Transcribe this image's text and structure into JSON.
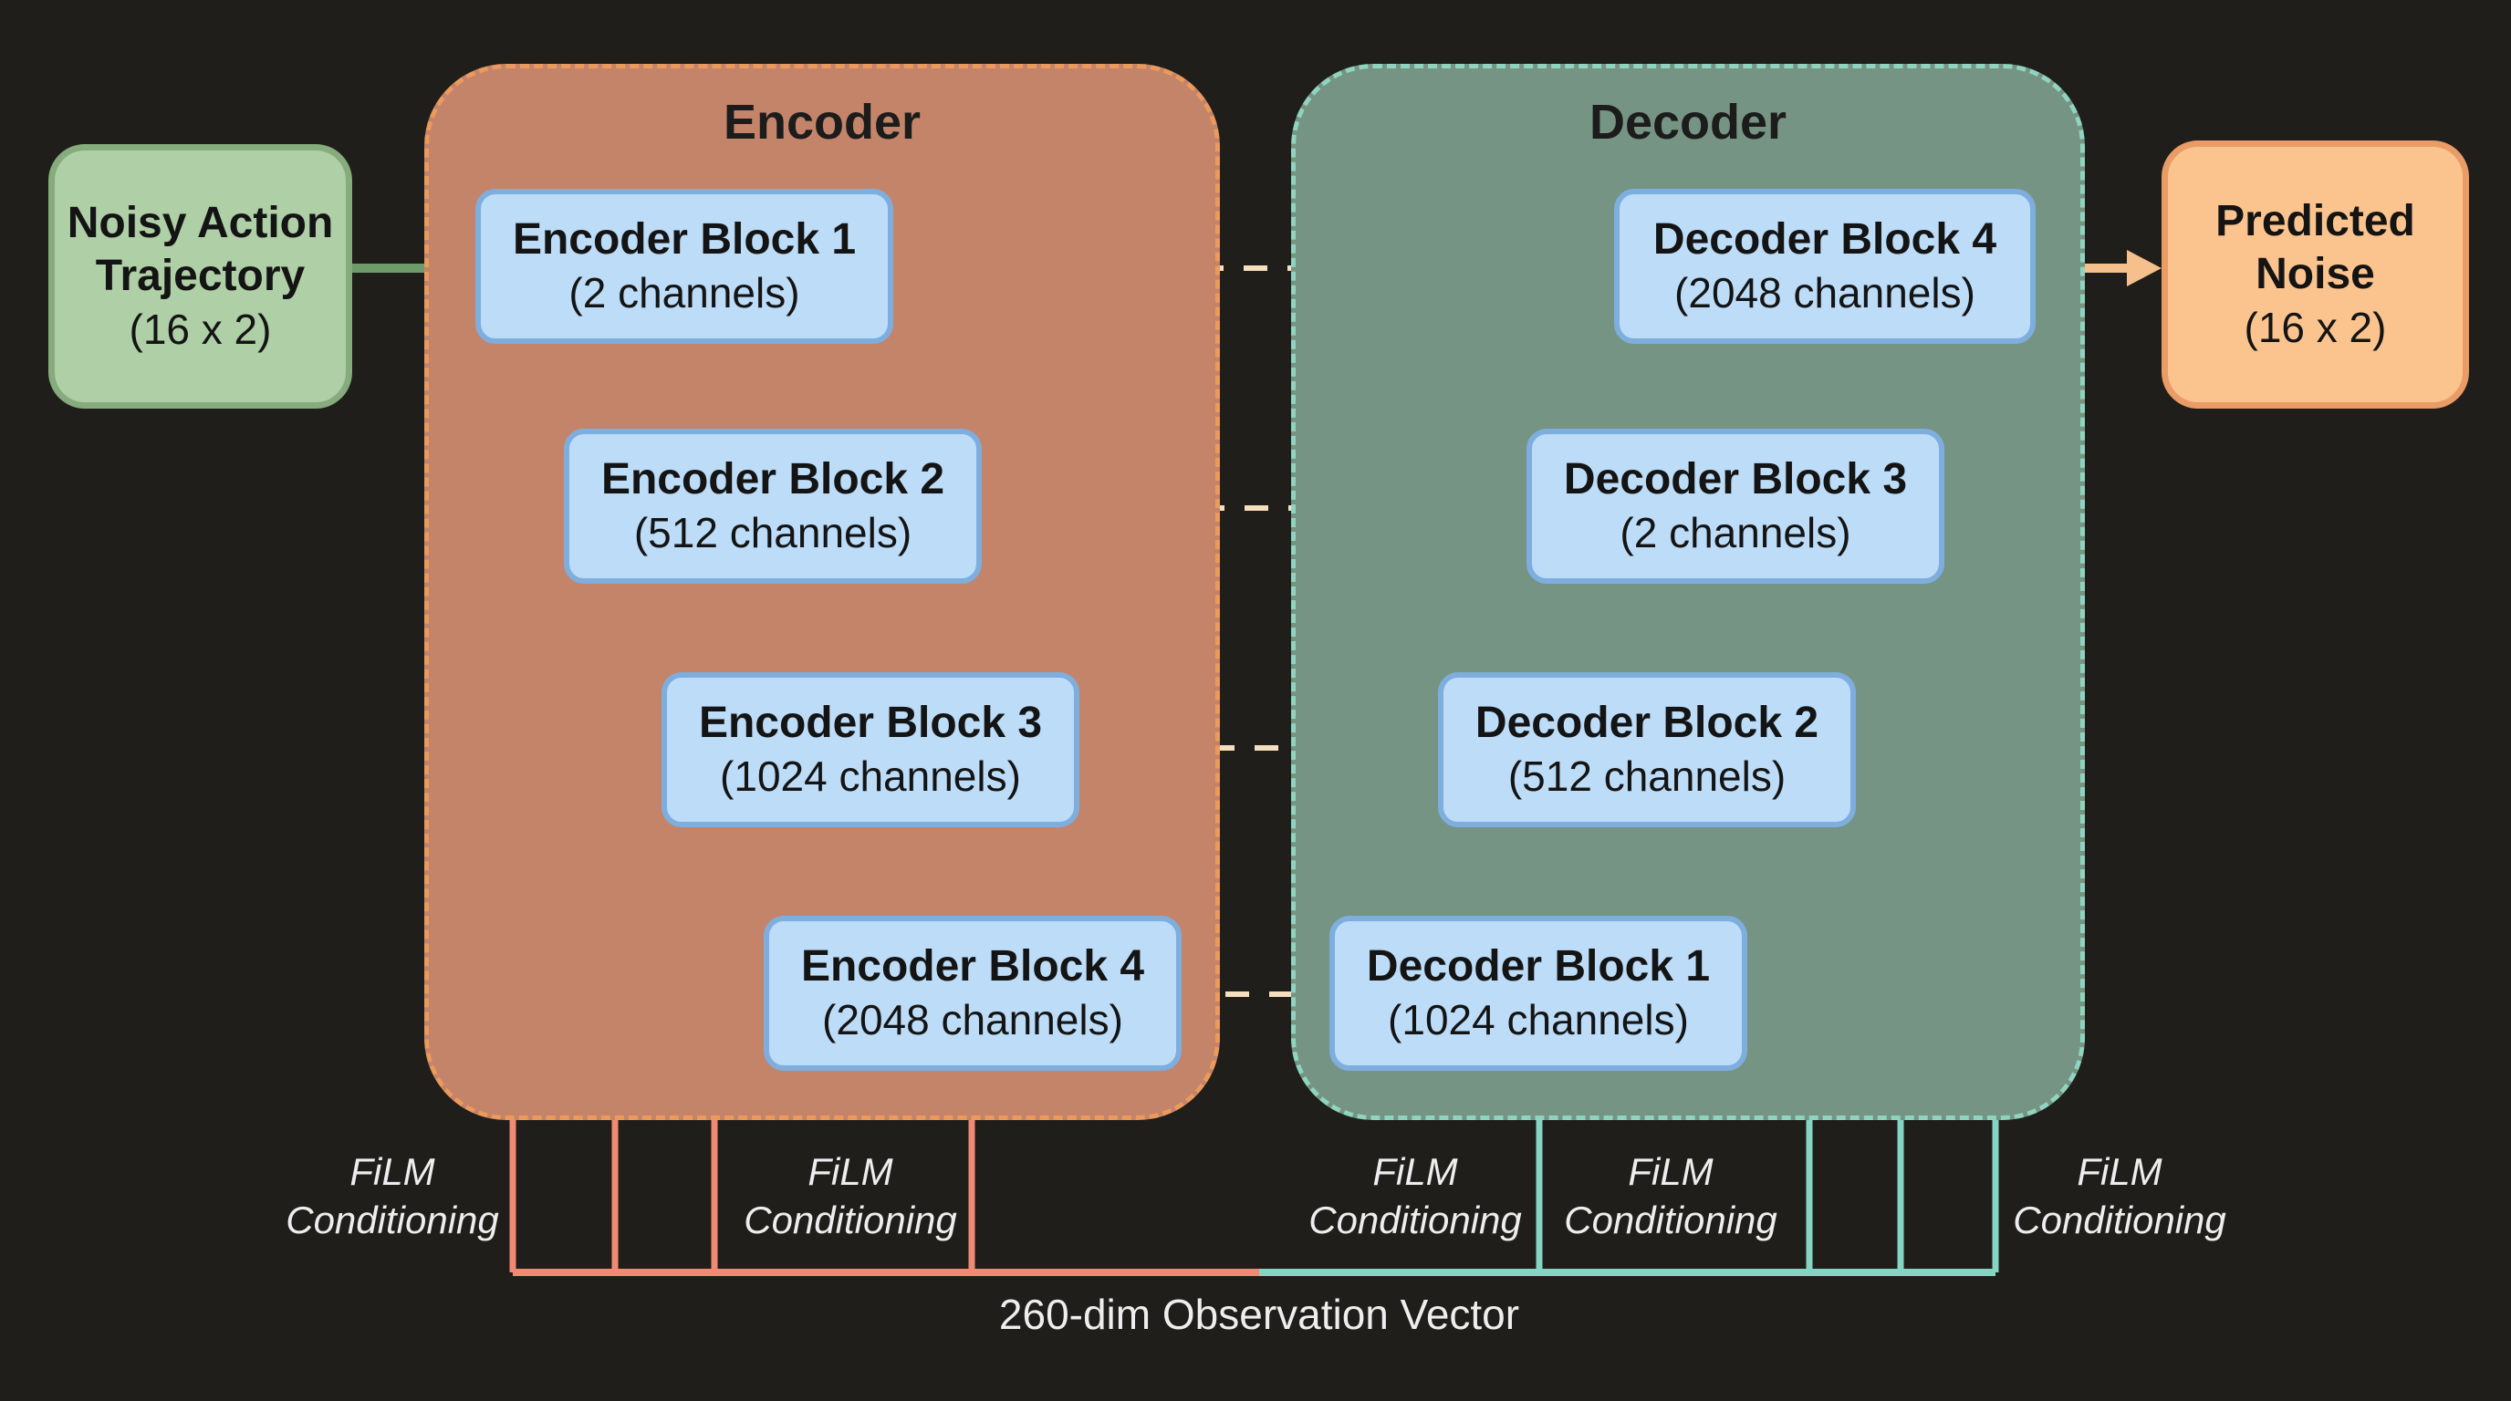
{
  "encoder": {
    "title": "Encoder",
    "blocks": [
      {
        "title": "Encoder Block 1",
        "sub": "(2 channels)"
      },
      {
        "title": "Encoder Block 2",
        "sub": "(512 channels)"
      },
      {
        "title": "Encoder Block 3",
        "sub": "(1024 channels)"
      },
      {
        "title": "Encoder Block 4",
        "sub": "(2048 channels)"
      }
    ]
  },
  "decoder": {
    "title": "Decoder",
    "blocks": [
      {
        "title": "Decoder Block 1",
        "sub": "(1024 channels)"
      },
      {
        "title": "Decoder Block 2",
        "sub": "(512 channels)"
      },
      {
        "title": "Decoder Block 3",
        "sub": "(2 channels)"
      },
      {
        "title": "Decoder Block 4",
        "sub": "(2048 channels)"
      }
    ]
  },
  "input": {
    "line1": "Noisy Action",
    "line2": "Trajectory",
    "sub": "(16 x 2)"
  },
  "output": {
    "line1": "Predicted",
    "line2": "Noise",
    "sub": "(16 x 2)"
  },
  "film_labels": [
    {
      "line1": "FiLM",
      "line2": "Conditioning"
    },
    {
      "line1": "FiLM",
      "line2": "Conditioning"
    },
    {
      "line1": "FiLM",
      "line2": "Conditioning"
    },
    {
      "line1": "FiLM",
      "line2": "Conditioning"
    },
    {
      "line1": "FiLM",
      "line2": "Conditioning"
    }
  ],
  "observation_label": "260-dim Observation Vector",
  "colors": {
    "background": "#1f1e1b",
    "encoder_fill": "#c4846a",
    "encoder_border": "#eb9a5c",
    "decoder_fill": "#769483",
    "decoder_border": "#8fd4c0",
    "block_fill": "#bcdcf8",
    "block_border": "#7eaede",
    "input_fill": "#afcfa6",
    "output_fill": "#fbc48e",
    "encoder_arrow": "#f08a74",
    "decoder_arrow": "#86d4c2",
    "skip_arrow": "#f5dfbf",
    "input_arrow": "#6f9a6a",
    "output_arrow": "#f6c08c"
  }
}
